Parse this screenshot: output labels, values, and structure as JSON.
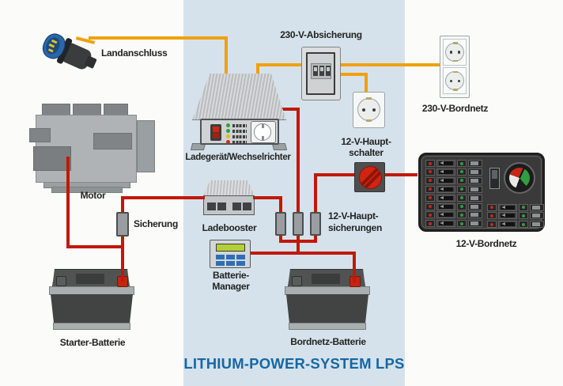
{
  "title": "LITHIUM-POWER-SYSTEM LPS",
  "labels": {
    "shore_connection": "Landanschluss",
    "fuse_230v": "230-V-Absicherung",
    "grid_230v": "230-V-Bordnetz",
    "charger_inverter": "Ladegerät/Wechselrichter",
    "main_switch_line1": "12-V-Haupt-",
    "main_switch_line2": "schalter",
    "main_fuses_line1": "12-V-Haupt-",
    "main_fuses_line2": "sicherungen",
    "grid_12v": "12-V-Bordnetz",
    "motor": "Motor",
    "fuse": "Sicherung",
    "charge_booster": "Ladebooster",
    "battery_manager_line1": "Batterie-",
    "battery_manager_line2": "Manager",
    "starter_battery": "Starter-Batterie",
    "board_battery": "Bordnetz-Batterie"
  },
  "panel": {
    "left_rows": 8,
    "right_rows": 3
  },
  "colors": {
    "background": "#fbfbf9",
    "highlight_band": "#d5e2ec",
    "wire_230v": "#f0a10c",
    "wire_12v": "#c21807",
    "title_blue": "#1667a3",
    "label_text": "#232320"
  },
  "wiring": [
    {
      "circuit": "230V",
      "color": "#f0a10c",
      "path": "Landanschluss → Ladegerät/Wechselrichter"
    },
    {
      "circuit": "230V",
      "color": "#f0a10c",
      "path": "Ladegerät/Wechselrichter → 230-V-Absicherung → 230-V-Bordnetz"
    },
    {
      "circuit": "230V",
      "color": "#f0a10c",
      "path": "230-V-Absicherung → Steckdose"
    },
    {
      "circuit": "12V",
      "color": "#c21807",
      "path": "Motor → Sicherung → Starter-Batterie"
    },
    {
      "circuit": "12V",
      "color": "#c21807",
      "path": "Sicherung → Ladebooster → 12-V-Hauptsicherungen"
    },
    {
      "circuit": "12V",
      "color": "#c21807",
      "path": "Ladegerät/Wechselrichter → 12-V-Hauptsicherungen"
    },
    {
      "circuit": "12V",
      "color": "#c21807",
      "path": "12-V-Hauptschalter → 12-V-Bordnetz"
    },
    {
      "circuit": "12V",
      "color": "#c21807",
      "path": "12-V-Hauptsicherungen → Batterie-Manager / Bordnetz-Batterie"
    }
  ]
}
